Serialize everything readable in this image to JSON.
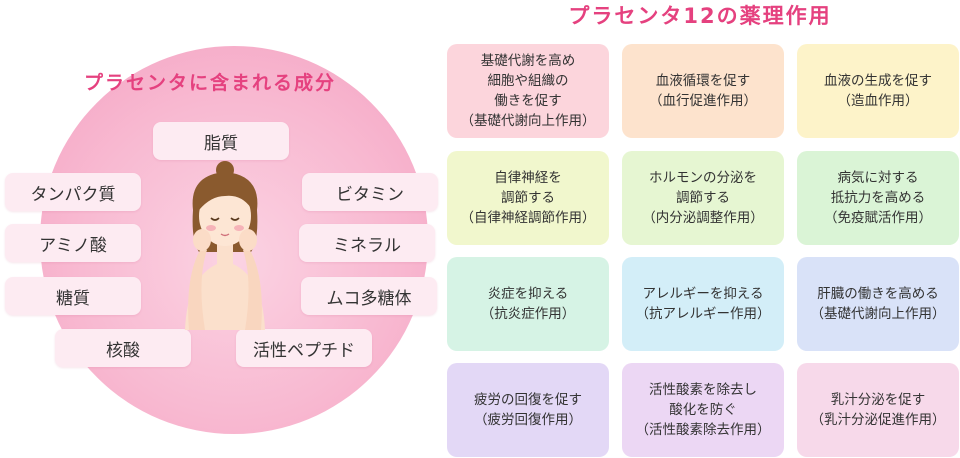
{
  "left": {
    "title": "プラセンタに含まれる成分",
    "components": {
      "lipid": "脂質",
      "protein": "タンパク質",
      "vitamin": "ビタミン",
      "amino": "アミノ酸",
      "mineral": "ミネラル",
      "sugar": "糖質",
      "muco": "ムコ多糖体",
      "nucleic": "核酸",
      "peptide": "活性ペプチド"
    }
  },
  "right": {
    "title": "プラセンタ12の薬理作用",
    "effects": [
      {
        "lines": [
          "基礎代謝を高め",
          "細胞や組織の",
          "働きを促す",
          "（基礎代謝向上作用）"
        ],
        "color": "#fcd5dc"
      },
      {
        "lines": [
          "血液循環を促す",
          "（血行促進作用）"
        ],
        "color": "#fde3cd"
      },
      {
        "lines": [
          "血液の生成を促す",
          "（造血作用）"
        ],
        "color": "#fdf3c9"
      },
      {
        "lines": [
          "自律神経を",
          "調節する",
          "（自律神経調節作用）"
        ],
        "color": "#f1f7cd"
      },
      {
        "lines": [
          "ホルモンの分泌を",
          "調節する",
          "（内分泌調整作用）"
        ],
        "color": "#e6f6d2"
      },
      {
        "lines": [
          "病気に対する",
          "抵抗力を高める",
          "（免疫賦活作用）"
        ],
        "color": "#daf4d6"
      },
      {
        "lines": [
          "炎症を抑える",
          "（抗炎症作用）"
        ],
        "color": "#d6f3e5"
      },
      {
        "lines": [
          "アレルギーを抑える",
          "（抗アレルギー作用）"
        ],
        "color": "#d3eef8"
      },
      {
        "lines": [
          "肝臓の働きを高める",
          "（基礎代謝向上作用）"
        ],
        "color": "#d9e2f8"
      },
      {
        "lines": [
          "疲労の回復を促す",
          "（疲労回復作用）"
        ],
        "color": "#e3d8f6"
      },
      {
        "lines": [
          "活性酸素を除去し",
          "酸化を防ぐ",
          "（活性酸素除去作用）"
        ],
        "color": "#ecd7f4"
      },
      {
        "lines": [
          "乳汁分泌を促す",
          "（乳汁分泌促進作用）"
        ],
        "color": "#f7d9ea"
      }
    ]
  },
  "colors": {
    "accent": "#e5417f",
    "circle": "#f8b9d1",
    "pill": "#fdebf2"
  }
}
